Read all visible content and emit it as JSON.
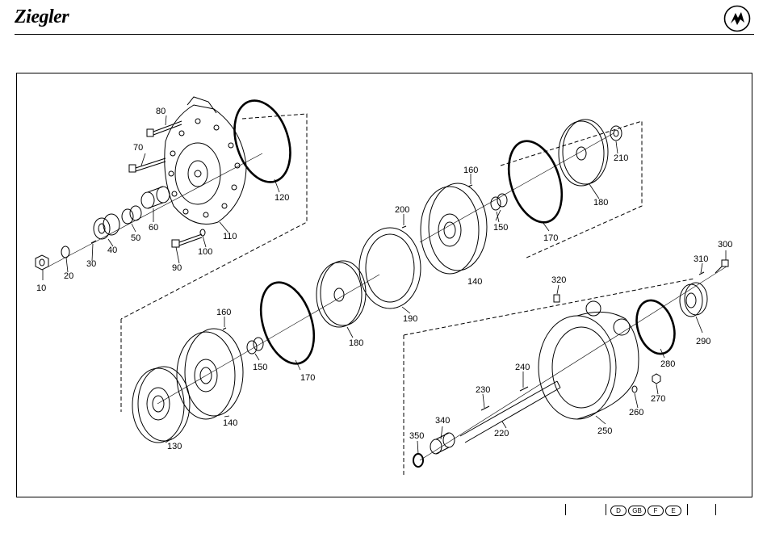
{
  "brand": {
    "logo_text": "Ziegler",
    "emblem": "ziegler-emblem-icon"
  },
  "callouts": [
    "10",
    "20",
    "30",
    "40",
    "50",
    "60",
    "70",
    "80",
    "90",
    "100",
    "110",
    "120",
    "130",
    "140",
    "150",
    "160",
    "170",
    "180",
    "190",
    "200",
    "210",
    "220",
    "230",
    "240",
    "250",
    "260",
    "270",
    "280",
    "290",
    "300",
    "310",
    "320",
    "340",
    "350"
  ],
  "labels": {
    "l10": "10",
    "l20": "20",
    "l30": "30",
    "l40": "40",
    "l50": "50",
    "l60": "60",
    "l70": "70",
    "l80": "80",
    "l90": "90",
    "l100": "100",
    "l110": "110",
    "l120": "120",
    "l130": "130",
    "l140a": "140",
    "l140b": "140",
    "l150a": "150",
    "l150b": "150",
    "l160a": "160",
    "l160b": "160",
    "l170a": "170",
    "l170b": "170",
    "l180a": "180",
    "l180b": "180",
    "l190": "190",
    "l200": "200",
    "l210": "210",
    "l220": "220",
    "l230": "230",
    "l240": "240",
    "l250": "250",
    "l260": "260",
    "l270": "270",
    "l280": "280",
    "l290": "290",
    "l300": "300",
    "l310": "310",
    "l320": "320",
    "l340": "340",
    "l350": "350"
  },
  "footer": {
    "languages": [
      "D",
      "GB",
      "F",
      "E"
    ]
  }
}
